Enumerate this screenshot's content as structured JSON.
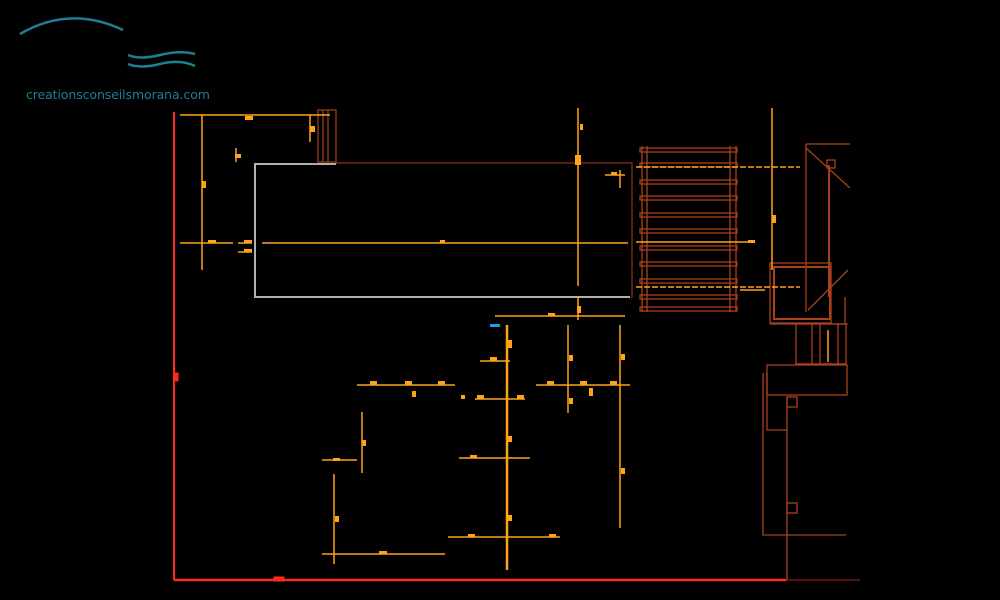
{
  "logo": {
    "text": "creationsconseilsmorana.com",
    "color": "#1d7f95"
  },
  "colors": {
    "background": "#000000",
    "dimension_lines": "#ffa31a",
    "property_line": "#ff2a1a",
    "walls": "#a8401a",
    "pool_outline": "#b0b0b0",
    "accent_marker": "#1a9fe0"
  },
  "drawing": {
    "type": "CAD site plan",
    "elements": [
      "property-boundary",
      "pool-outline",
      "deck-pergola",
      "stairs",
      "house-outline",
      "dimension-lines"
    ]
  }
}
